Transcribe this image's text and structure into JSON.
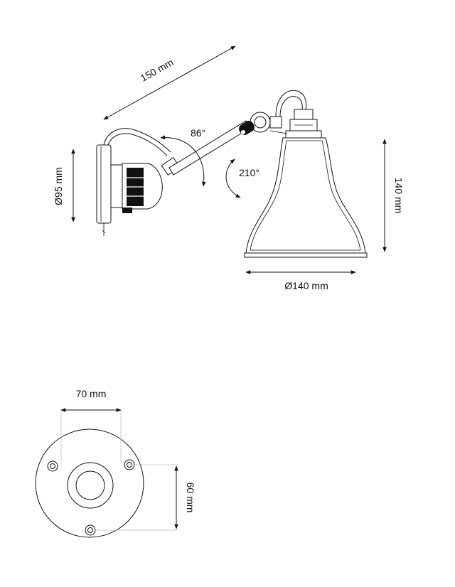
{
  "dimensions": {
    "arm_length": "150 mm",
    "arm_angle": "86°",
    "shade_rotation": "210°",
    "backplate_diameter": "Ø95 mm",
    "shade_height": "140 mm",
    "shade_diameter": "Ø140 mm",
    "mount_width": "70 mm",
    "mount_height": "60 mm"
  },
  "colors": {
    "line": "#111111",
    "extension_line": "#bdbdbd",
    "background": "#ffffff"
  }
}
